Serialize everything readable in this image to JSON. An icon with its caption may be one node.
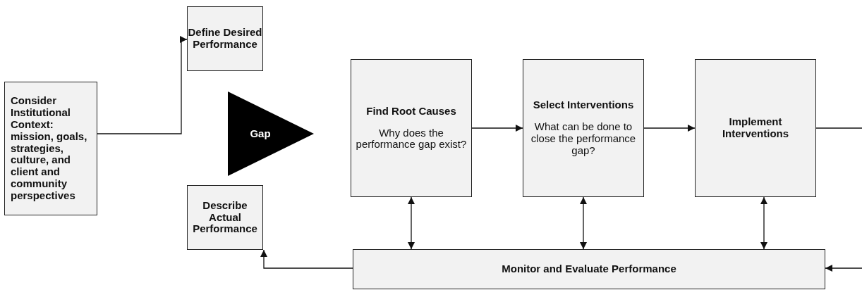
{
  "diagram": {
    "nodes": [
      {
        "text": [
          "Consider Institutional Context: mission, goals, strategies, culture, and client and community perspectives"
        ]
      },
      {
        "text": [
          "Define Desired Performance"
        ]
      },
      {
        "text": [
          "Gap"
        ]
      },
      {
        "text": [
          "Describe Actual Performance"
        ]
      },
      {
        "text": [
          "Find Root Causes",
          "Why does the performance gap exist?"
        ]
      },
      {
        "text": [
          "Select Interventions",
          "What can be done to close the performance gap?"
        ]
      },
      {
        "text": [
          "Implement Interventions"
        ]
      },
      {
        "text": [
          "Monitor and Evaluate Performance"
        ]
      }
    ],
    "edges": [
      {
        "from": 0,
        "to": 1,
        "arrow": "to"
      },
      {
        "from": 4,
        "to": 5,
        "arrow": "to"
      },
      {
        "from": 5,
        "to": 6,
        "arrow": "to"
      },
      {
        "from": 6,
        "to": null,
        "arrow": "none"
      },
      {
        "from": null,
        "to": 7,
        "arrow": "to"
      },
      {
        "from": 4,
        "to": 7,
        "arrow": "both"
      },
      {
        "from": 5,
        "to": 7,
        "arrow": "both"
      },
      {
        "from": 6,
        "to": 7,
        "arrow": "both"
      },
      {
        "from": 7,
        "to": 3,
        "arrow": "to"
      }
    ]
  }
}
